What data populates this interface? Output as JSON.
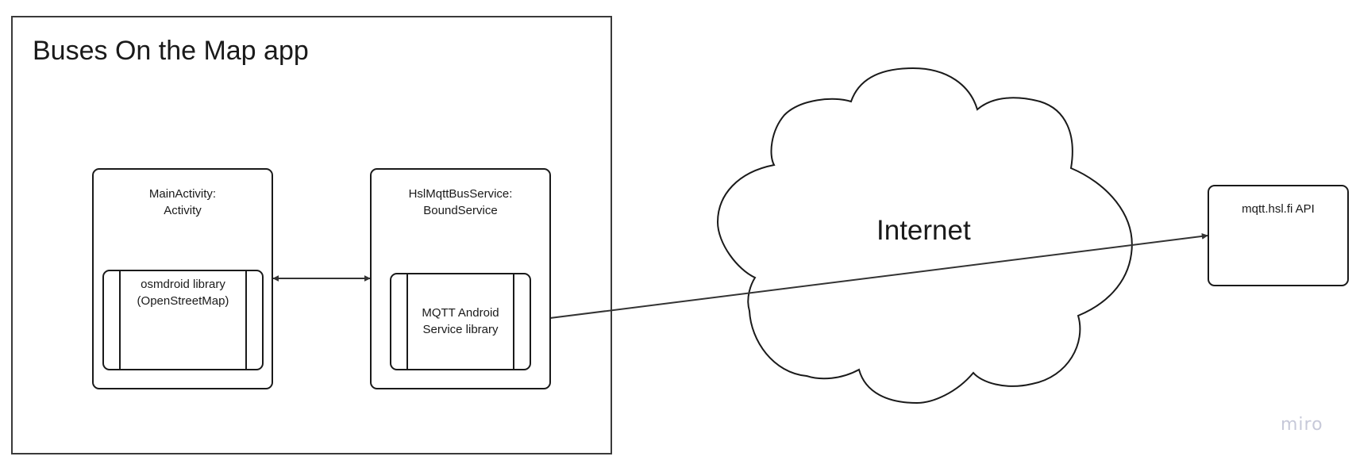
{
  "app": {
    "title": "Buses On the Map app"
  },
  "components": {
    "main_activity": {
      "line1": "MainActivity:",
      "line2": "Activity"
    },
    "bus_service": {
      "line1": "HslMqttBusService:",
      "line2": "BoundService"
    },
    "api": {
      "label": "mqtt.hsl.fi API"
    }
  },
  "libraries": {
    "osmdroid": {
      "line1": "osmdroid library",
      "line2": "(OpenStreetMap)"
    },
    "mqtt": {
      "line1": "MQTT Android",
      "line2": "Service library"
    }
  },
  "cloud": {
    "label": "Internet"
  },
  "watermark": {
    "text": "miro"
  },
  "colors": {
    "stroke": "#1a1a1a",
    "frame": "#3a3a3a",
    "watermark": "#c7c9d9",
    "background": "#ffffff"
  }
}
